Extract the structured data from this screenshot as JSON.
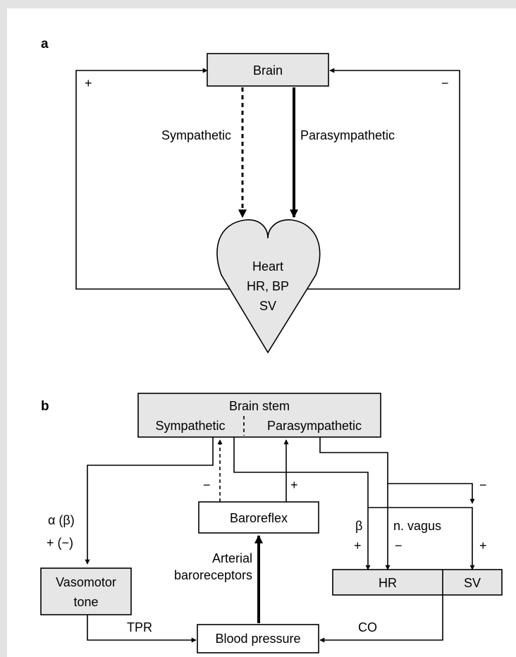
{
  "panel_a": {
    "label": "a",
    "brain": "Brain",
    "sympathetic": "Sympathetic",
    "parasympathetic": "Parasympathetic",
    "plus": "+",
    "minus": "−",
    "heart_line1": "Heart",
    "heart_line2": "HR, BP",
    "heart_line3": "SV"
  },
  "panel_b": {
    "label": "b",
    "brainstem_title": "Brain stem",
    "sympathetic": "Sympathetic",
    "parasympathetic": "Parasympathetic",
    "baroreflex": "Baroreflex",
    "baro_minus": "−",
    "baro_plus": "+",
    "alpha_beta": "α (β)",
    "plus_minus": "+ (−)",
    "vasomotor_line1": "Vasomotor",
    "vasomotor_line2": "tone",
    "arterial_line1": "Arterial",
    "arterial_line2": "baroreceptors",
    "beta": "β",
    "beta_plus": "+",
    "n_vagus": "n. vagus",
    "vagus_minus": "−",
    "sv_top_minus": "−",
    "sv_plus": "+",
    "hr": "HR",
    "sv": "SV",
    "tpr": "TPR",
    "co": "CO",
    "blood_pressure": "Blood pressure"
  }
}
